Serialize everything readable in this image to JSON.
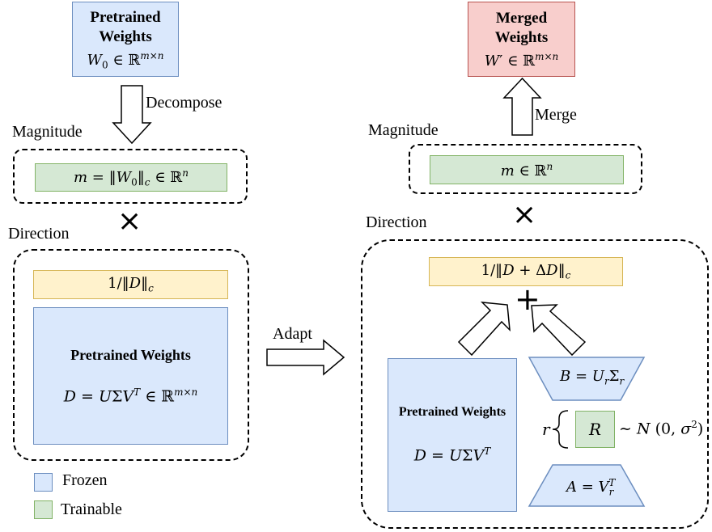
{
  "left": {
    "pretrained_top": {
      "title": "Pretrained Weights",
      "formula": "W₀ ∈ ℝ^{m×n}"
    },
    "decompose_label": "Decompose",
    "magnitude_label": "Magnitude",
    "magnitude_formula": "m = ‖W₀‖_c ∈ ℝⁿ",
    "times_symbol": "×",
    "direction_label": "Direction",
    "norm_formula": "1/‖D‖_c",
    "pretrained_box": {
      "title": "Pretrained Weights",
      "formula": "D = UΣVᵀ ∈ ℝ^{m×n}"
    }
  },
  "adapt_label": "Adapt",
  "right": {
    "merged_top": {
      "title": "Merged Weights",
      "formula": "W′ ∈ ℝ^{m×n}"
    },
    "merge_label": "Merge",
    "magnitude_label": "Magnitude",
    "magnitude_formula": "m ∈ ℝⁿ",
    "times_symbol": "×",
    "direction_label": "Direction",
    "norm_formula": "1/‖D + ΔD‖_c",
    "plus_symbol": "+",
    "pretrained_box": {
      "title": "Pretrained Weights",
      "formula": "D = UΣVᵀ"
    },
    "b_formula": "B = U_r Σ_r",
    "r_label": "r",
    "r_box": "R",
    "r_distribution": "∼ N (0, σ²)",
    "a_formula": "A = V_rᵀ"
  },
  "legend": [
    {
      "label": "Frozen",
      "color": "#dae8fc"
    },
    {
      "label": "Trainable",
      "color": "#d5e8d4"
    }
  ],
  "colors": {
    "frozen": "#dae8fc",
    "trainable": "#d5e8d4",
    "norm": "#fff2cc",
    "merged": "#f8cecc"
  }
}
